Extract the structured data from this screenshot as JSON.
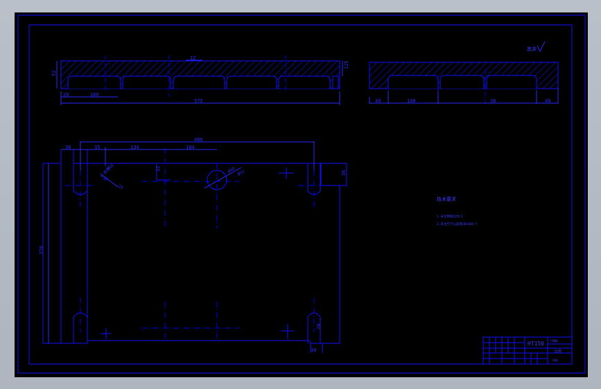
{
  "colors": {
    "background": "#b6bdc6",
    "canvas": "#000000",
    "line": "#1010ff",
    "dim": "#2a2aff",
    "center": "#0000ee"
  },
  "roughness_mark": "其余",
  "top_left_view": {
    "dims": {
      "d12": "12",
      "d52": "52",
      "d125": "125",
      "d20": "20",
      "d180": "180",
      "d575": "575"
    }
  },
  "top_right_view": {
    "dims": {
      "d40": "40",
      "d100": "100",
      "d38": "38",
      "d40b": "40"
    }
  },
  "plan_view": {
    "dims": {
      "d30": "30",
      "d35": "35",
      "d134": "134",
      "d184": "184",
      "d480": "480",
      "d370": "370",
      "d36": "36",
      "d20": "20",
      "d12": "12",
      "d30b": "30",
      "d25": "25"
    },
    "callouts": {
      "hole_left": "2-Ø25",
      "hole_right": "Ø40",
      "hole_left2": "M16",
      "hole_right2": "Ø52"
    }
  },
  "notes": {
    "title": "技术要求",
    "line1": "1.未注倒角均为C1",
    "line2": "2.未注尺寸公差按GB1804-f"
  },
  "title_block": {
    "part_no": "HT150",
    "drawing_name": "下模板",
    "scale": "比例",
    "company": "材料"
  }
}
